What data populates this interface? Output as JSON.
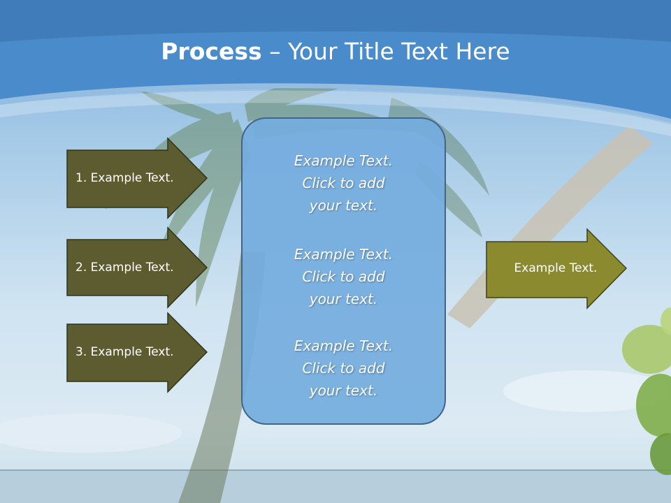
{
  "slide": {
    "title_bold": "Process",
    "title_dash": " – ",
    "title_rest": "Your Title Text Here"
  },
  "inputs": [
    {
      "label": "1. Example Text."
    },
    {
      "label": "2. Example Text."
    },
    {
      "label": "3. Example Text."
    }
  ],
  "center_blocks": [
    {
      "line1": "Example Text.",
      "line2": "Click  to add",
      "line3": "your text."
    },
    {
      "line1": "Example Text.",
      "line2": "Click  to add",
      "line3": "your text."
    },
    {
      "line1": "Example Text.",
      "line2": "Click  to add",
      "line3": "your text."
    }
  ],
  "output": {
    "label": "Example Text."
  },
  "colors": {
    "header_blue": "#3a78b6",
    "input_arrow_fill": "#5c5c30",
    "output_arrow_fill": "#8b8a2e",
    "center_box_fill": "#74acde"
  }
}
